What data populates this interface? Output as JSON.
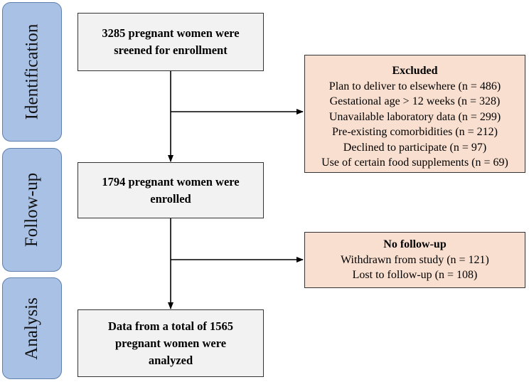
{
  "stages": {
    "identification": "Identification",
    "follow_up": "Follow-up",
    "analysis": "Analysis"
  },
  "main_flow": {
    "screened": "3285 pregnant women were sreened for enrollment",
    "enrolled": "1794 pregnant women were enrolled",
    "analyzed": "Data from a total of 1565 pregnant women were analyzed"
  },
  "excluded": {
    "title": "Excluded",
    "reasons": [
      "Plan to deliver to elsewhere (n = 486)",
      "Gestational age > 12 weeks (n = 328)",
      "Unavailable laboratory data (n = 299)",
      "Pre-existing comorbidities (n = 212)",
      "Declined to participate (n = 97)",
      "Use of certain food supplements (n = 69)"
    ]
  },
  "no_follow_up": {
    "title": "No follow-up",
    "reasons": [
      "Withdrawn from study (n = 121)",
      "Lost to follow-up (n = 108)"
    ]
  },
  "colors": {
    "stage_fill": "#a9c1e4",
    "stage_border": "#5f7fae",
    "main_box_fill": "#f2f2f2",
    "side_box_fill": "#f9dfcf"
  }
}
